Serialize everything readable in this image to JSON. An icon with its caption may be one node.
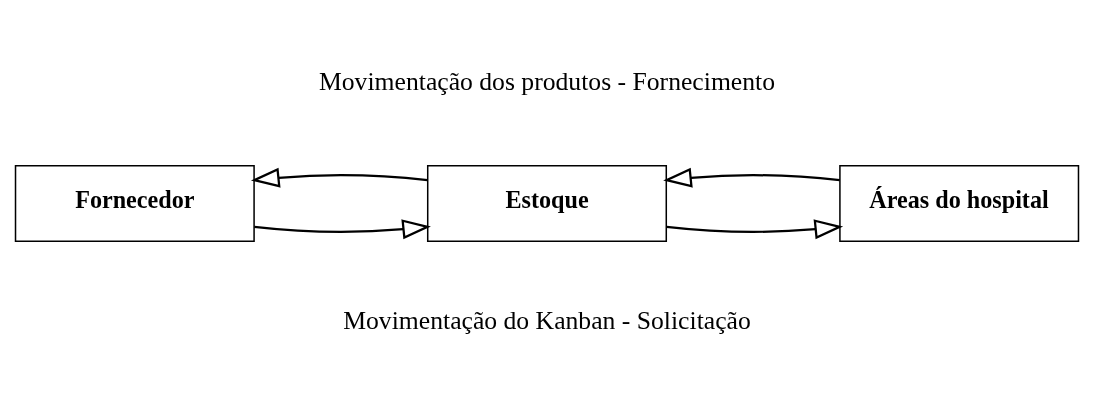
{
  "diagram": {
    "nodes": [
      {
        "text": [
          "Fornecedor"
        ]
      },
      {
        "text": [
          "Estoque"
        ]
      },
      {
        "text": [
          "Áreas do hospital"
        ]
      }
    ],
    "edges": [
      {
        "from": 0,
        "to": 1,
        "arrow": "to"
      },
      {
        "from": 1,
        "to": 2,
        "arrow": "to"
      },
      {
        "from": 1,
        "to": 0,
        "arrow": "to"
      },
      {
        "from": 2,
        "to": 1,
        "arrow": "to"
      }
    ],
    "labels": [
      "Movimentação dos produtos - Fornecimento",
      "Movimentação do Kanban - Solicitação"
    ]
  }
}
